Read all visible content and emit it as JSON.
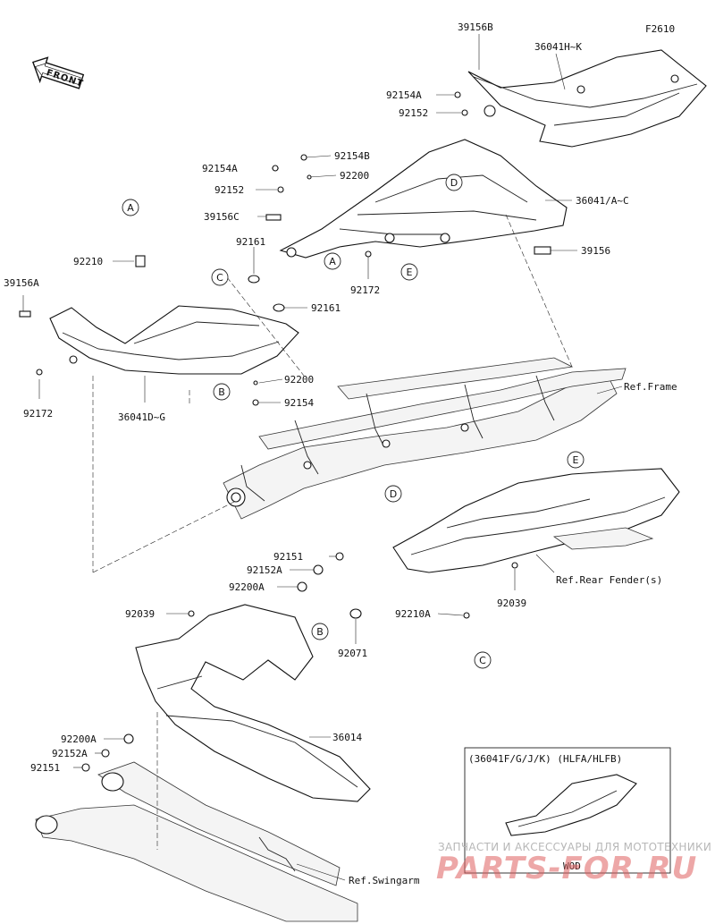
{
  "figure_code": "F2610",
  "front_label": "FRONT",
  "part_labels": {
    "p39156B": "39156B",
    "p36041HK": "36041H~K",
    "p92154A_top": "92154A",
    "p92152_top": "92152",
    "p92154B": "92154B",
    "p92154A_mid": "92154A",
    "p92200_top": "92200",
    "p92152_mid": "92152",
    "p36041AC": "36041/A~C",
    "p39156C": "39156C",
    "p39156": "39156",
    "p92161_a": "92161",
    "p92210": "92210",
    "p92161_b": "92161",
    "p92172_mid": "92172",
    "p39156A": "39156A",
    "p92172_left": "92172",
    "p92200_mid": "92200",
    "p92154": "92154",
    "p36041DG": "36041D~G",
    "p92151_mid": "92151",
    "p92152A_mid": "92152A",
    "p92200A_mid": "92200A",
    "p92039_left": "92039",
    "p92071": "92071",
    "p92210A": "92210A",
    "p92039_right": "92039",
    "p36014": "36014",
    "p92200A_low": "92200A",
    "p92152A_low": "92152A",
    "p92151_low": "92151"
  },
  "references": {
    "frame": "Ref.Frame",
    "rear_fender": "Ref.Rear Fender(s)",
    "swingarm": "Ref.Swingarm"
  },
  "callouts": {
    "A": "A",
    "B": "B",
    "C": "C",
    "D": "D",
    "E": "E"
  },
  "inset": {
    "title": "(36041F/G/J/K) (HLFA/HLFB)",
    "note": "WOD"
  },
  "watermark": {
    "line1": "ЗАПЧАСТИ И АКСЕССУАРЫ ДЛЯ МОТОТЕХНИКИ",
    "line2": "PARTS-FOR.RU"
  }
}
